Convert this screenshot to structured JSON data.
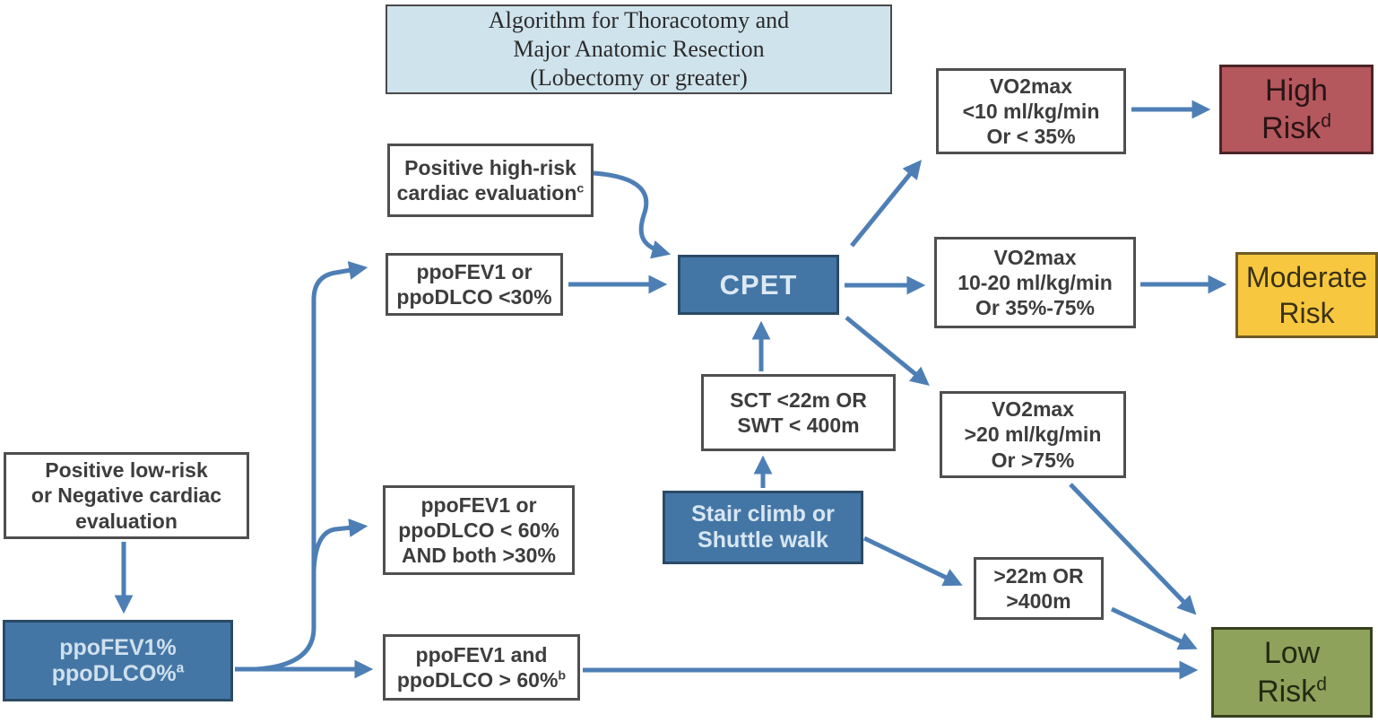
{
  "diagram": {
    "title": "Algorithm for Thoracotomy and\nMajor Anatomic Resection\n(Lobectomy or greater)",
    "nodes": {
      "high_cardiac": {
        "text": "Positive high-risk\ncardiac evaluation",
        "sup": "c"
      },
      "ppo30": {
        "text": "ppoFEV1 or\nppoDLCO <30%"
      },
      "cpet": {
        "text": "CPET"
      },
      "vo2_high": {
        "text": "VO2max\n<10 ml/kg/min\nOr < 35%"
      },
      "high_risk": {
        "text": "High\nRisk",
        "sup": "d"
      },
      "vo2_mod": {
        "text": "VO2max\n10-20 ml/kg/min\nOr 35%-75%"
      },
      "moderate_risk": {
        "text": "Moderate\nRisk"
      },
      "sct": {
        "text": "SCT <22m OR\nSWT < 400m"
      },
      "vo2_low": {
        "text": "VO2max\n>20 ml/kg/min\nOr >75%"
      },
      "low_cardiac": {
        "text": "Positive low-risk\nor Negative cardiac\nevaluation"
      },
      "ppo60": {
        "text": "ppoFEV1 or\nppoDLCO < 60%\nAND both >30%"
      },
      "stair": {
        "text": "Stair climb or\nShuttle walk"
      },
      "gt22": {
        "text": ">22m OR\n>400m"
      },
      "ppo_main": {
        "text": "ppoFEV1%\nppoDLCO%",
        "sup": "a"
      },
      "ppo60b": {
        "text": "ppoFEV1 and\nppoDLCO > 60%",
        "sup": "b"
      },
      "low_risk": {
        "text": "Low\nRisk",
        "sup": "d"
      }
    },
    "colors": {
      "arrow_blue": "#4d7fb5",
      "action_box_blue": "#4476a5",
      "title_bg_light_blue": "#cfe3ed",
      "high_risk_red": "#b4585e",
      "moderate_risk_yellow": "#f7c83f",
      "low_risk_green": "#8ea25c"
    }
  }
}
